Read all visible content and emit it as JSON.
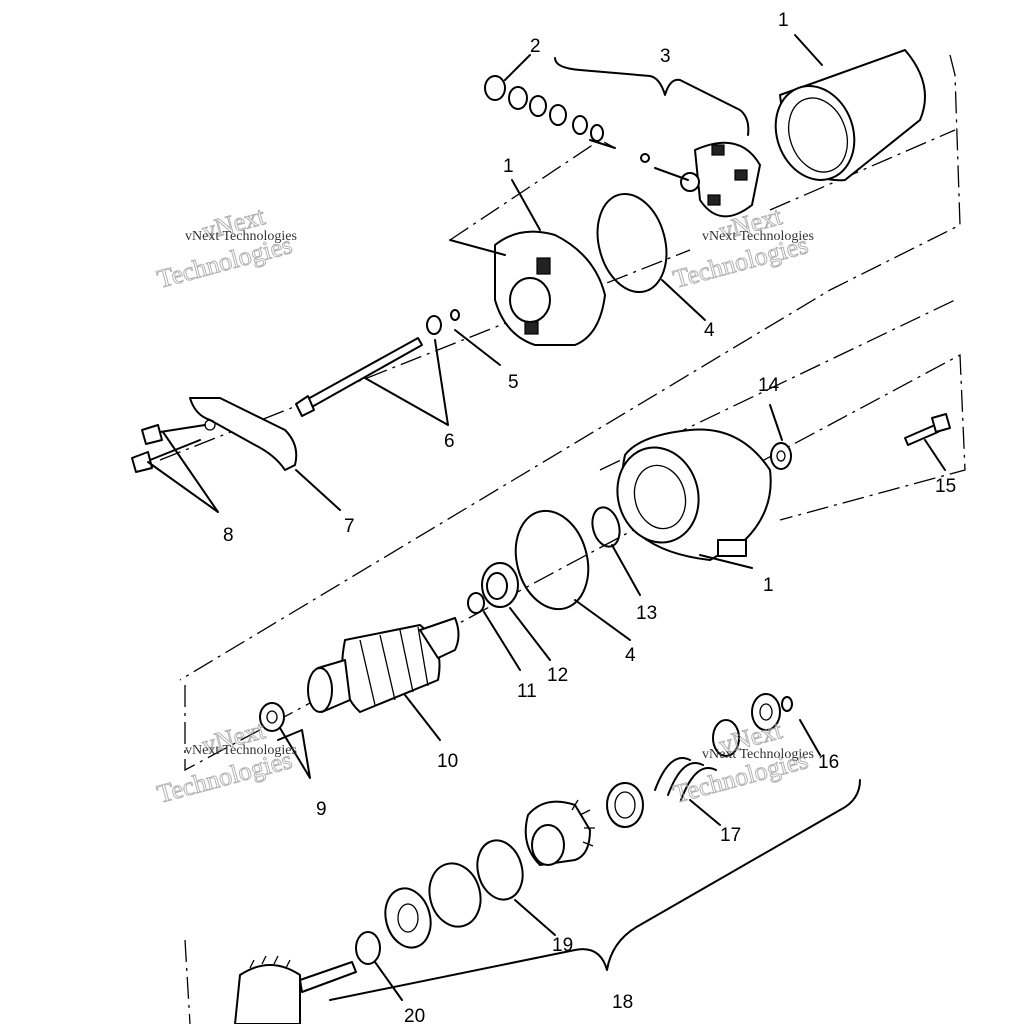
{
  "watermark": {
    "word1": "vNext",
    "word2": "Technologies",
    "line": "vNext Technologies"
  },
  "callouts": [
    "1",
    "2",
    "3",
    "4",
    "5",
    "6",
    "7",
    "8",
    "9",
    "10",
    "11",
    "12",
    "13",
    "14",
    "15",
    "16",
    "17",
    "18",
    "19",
    "20"
  ]
}
